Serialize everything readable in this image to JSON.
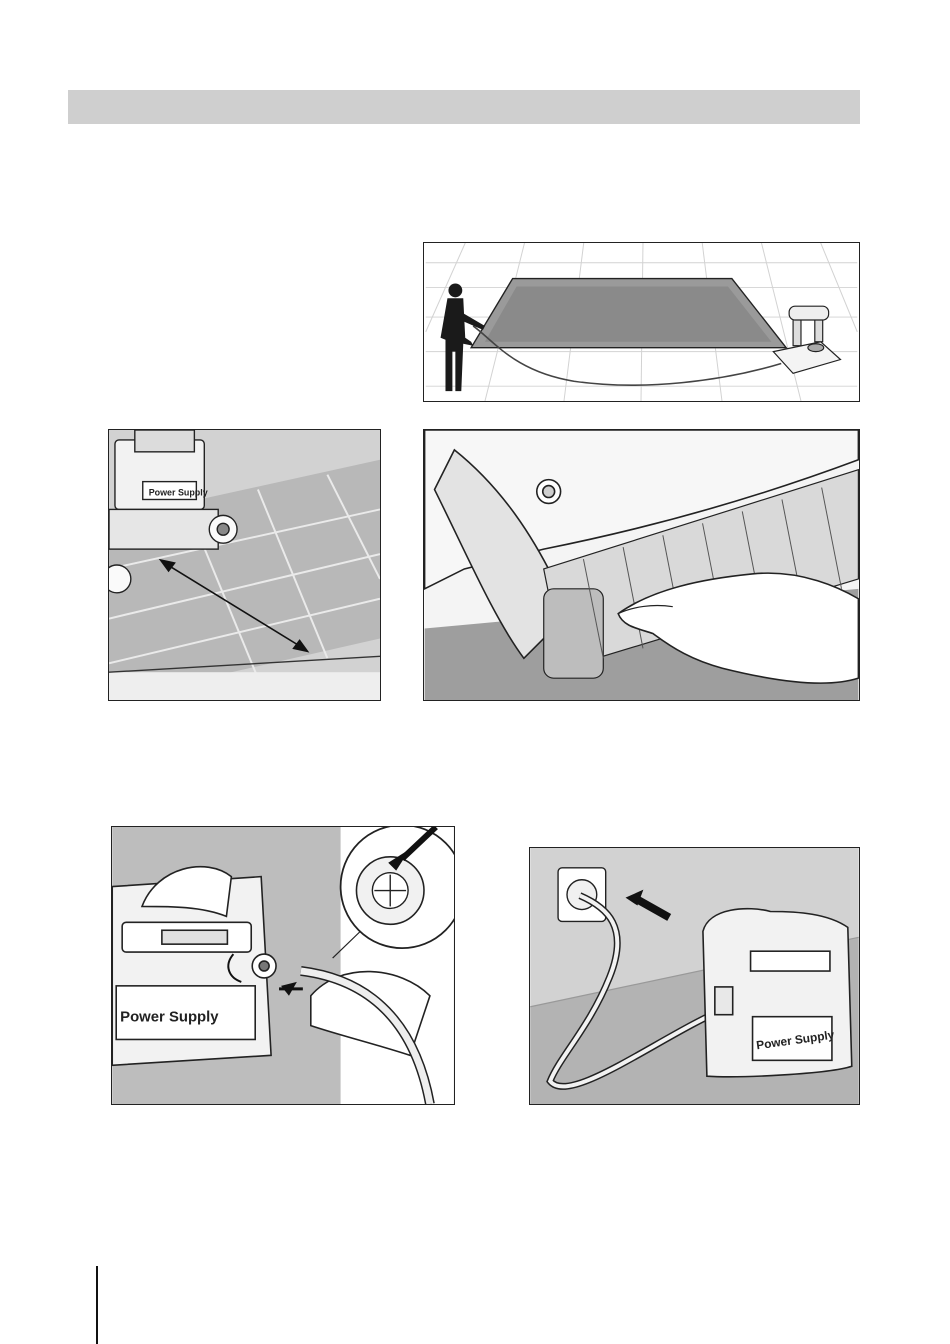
{
  "figures": {
    "pool": {
      "name": "pool-deployment-figure"
    },
    "tiles": {
      "name": "pool-edge-distance-figure"
    },
    "brush": {
      "name": "robot-brush-figure"
    },
    "cable": {
      "name": "cable-connection-figure"
    },
    "plug": {
      "name": "wall-outlet-figure"
    }
  },
  "labels": {
    "power_supply_small": "Power Supply",
    "power_supply_large": "Power Supply",
    "power_supply_plug": "Power Supply"
  },
  "colors": {
    "header_band": "#cfcfcf",
    "pool_water": "#9c9c9c",
    "floor_gray": "#b5b5b5",
    "ink": "#222222"
  }
}
